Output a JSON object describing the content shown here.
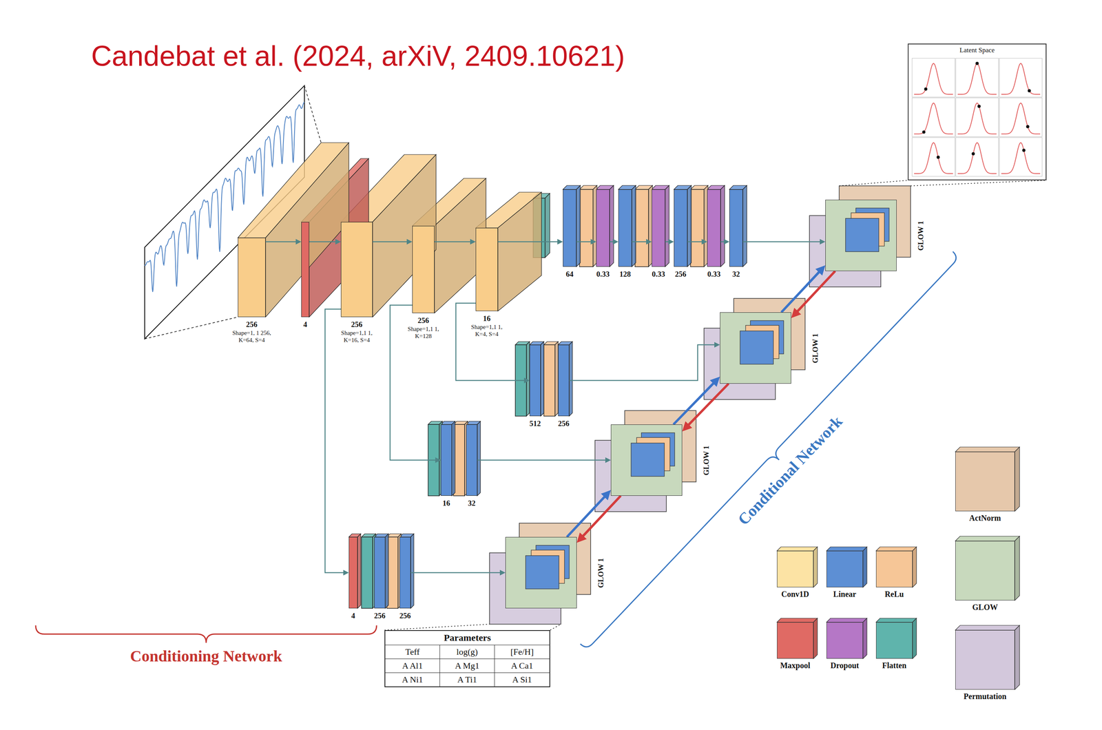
{
  "diagram": {
    "title": "Candebat et al. (2024, arXiV, 2409.10621)",
    "nodes": [
      {
        "text": [
          "256",
          "Shape=1, 1 256, K=64, S=4"
        ]
      },
      {
        "text": [
          "4"
        ]
      },
      {
        "text": [
          "256",
          "Shape=1,1 1, K=16, S=4"
        ]
      },
      {
        "text": [
          "256",
          "Shape=1,1 1, K=128"
        ]
      },
      {
        "text": [
          "16",
          "Shape=1,1 1, K=4, S=4"
        ]
      },
      {
        "text": [
          "64"
        ]
      },
      {
        "text": [
          "0.33"
        ]
      },
      {
        "text": [
          "128"
        ]
      },
      {
        "text": [
          "0.33"
        ]
      },
      {
        "text": [
          "256"
        ]
      },
      {
        "text": [
          "0.33"
        ]
      },
      {
        "text": [
          "32"
        ]
      },
      {
        "text": [
          "512"
        ]
      },
      {
        "text": [
          "256"
        ]
      },
      {
        "text": [
          "16"
        ]
      },
      {
        "text": [
          "32"
        ]
      },
      {
        "text": [
          "4"
        ]
      },
      {
        "text": [
          "256"
        ]
      },
      {
        "text": [
          "256"
        ]
      },
      {
        "text": [
          "GLOW 1"
        ]
      },
      {
        "text": [
          "GLOW 1"
        ]
      },
      {
        "text": [
          "GLOW 1"
        ]
      },
      {
        "text": [
          "GLOW 1"
        ]
      },
      {
        "text": [
          "Latent Space"
        ]
      },
      {
        "text": [
          "Parameters"
        ]
      }
    ],
    "edges": [
      {
        "from": 0,
        "to": 1,
        "arrow": "to"
      },
      {
        "from": 1,
        "to": 2,
        "arrow": "to"
      },
      {
        "from": 2,
        "to": 3,
        "arrow": "to"
      },
      {
        "from": 3,
        "to": 4,
        "arrow": "to"
      },
      {
        "from": 4,
        "to": 5,
        "arrow": "to"
      },
      {
        "from": 5,
        "to": 6,
        "arrow": "to"
      },
      {
        "from": 6,
        "to": 7,
        "arrow": "to"
      },
      {
        "from": 7,
        "to": 8,
        "arrow": "to"
      },
      {
        "from": 8,
        "to": 9,
        "arrow": "to"
      },
      {
        "from": 9,
        "to": 10,
        "arrow": "to"
      },
      {
        "from": 10,
        "to": 11,
        "arrow": "to"
      },
      {
        "from": 11,
        "to": 19,
        "arrow": "to"
      },
      {
        "from": 4,
        "to": 12,
        "arrow": "to"
      },
      {
        "from": 13,
        "to": 20,
        "arrow": "to"
      },
      {
        "from": 3,
        "to": 14,
        "arrow": "to"
      },
      {
        "from": 15,
        "to": 21,
        "arrow": "to"
      },
      {
        "from": 2,
        "to": 16,
        "arrow": "to"
      },
      {
        "from": 18,
        "to": 22,
        "arrow": "to"
      },
      {
        "from": 22,
        "to": 21,
        "arrow": "to"
      },
      {
        "from": 21,
        "to": 20,
        "arrow": "to"
      },
      {
        "from": 20,
        "to": 19,
        "arrow": "to"
      },
      {
        "from": 19,
        "to": 20,
        "arrow": "to"
      },
      {
        "from": 20,
        "to": 21,
        "arrow": "to"
      },
      {
        "from": 21,
        "to": 22,
        "arrow": "to"
      }
    ],
    "labels": [
      "Conditioning Network",
      "Conditional Network",
      "Teff",
      "log(g)",
      "[Fe/H]",
      "A Al1",
      "A Mg1",
      "A Ca1",
      "A Ni1",
      "A Ti1",
      "A Si1"
    ],
    "legend": [
      {
        "text": "Conv1D",
        "color": "#fce3a4"
      },
      {
        "text": "Linear",
        "color": "#5d8fd4"
      },
      {
        "text": "ReLu",
        "color": "#f6c697"
      },
      {
        "text": "Maxpool",
        "color": "#e06a64"
      },
      {
        "text": "Dropout",
        "color": "#b577c6"
      },
      {
        "text": "Flatten",
        "color": "#5fb4ac"
      },
      {
        "text": "ActNorm",
        "color": "#e6c8ab"
      },
      {
        "text": "GLOW",
        "color": "#c8d9bd"
      },
      {
        "text": "Permutation",
        "color": "#d3c8dc"
      }
    ]
  }
}
